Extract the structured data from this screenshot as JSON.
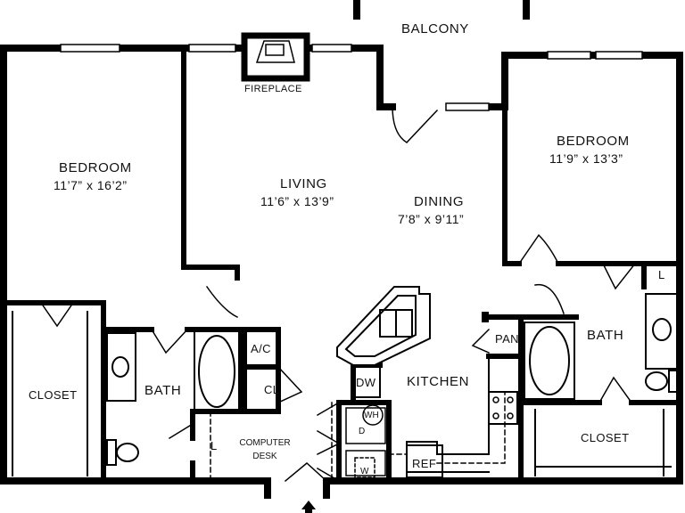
{
  "rooms": {
    "balcony": "BALCONY",
    "fireplace": "FIREPLACE",
    "bedroom_left": {
      "name": "BEDROOM",
      "size": "11’7” x 16’2”"
    },
    "living": {
      "name": "LIVING",
      "size": "11’6” x 13’9”"
    },
    "dining": {
      "name": "DINING",
      "size": "7’8” x 9’11”"
    },
    "bedroom_right": {
      "name": "BEDROOM",
      "size": "11’9” x 13’3”"
    },
    "closet_left": "CLOSET",
    "bath_left": "BATH",
    "ac": "A/C",
    "cl": "CL",
    "linen_left": "L",
    "computer_desk": "COMPUTER DESK",
    "dw": "DW",
    "wh": "WH",
    "dryer": "D",
    "washer": "W",
    "kitchen": "KITCHEN",
    "ref": "REF",
    "pan": "PAN",
    "bath_right": "BATH",
    "linen_right": "L",
    "closet_right": "CLOSET"
  },
  "colors": {
    "wall": "#000000",
    "fixture": "#111111",
    "background": "#ffffff"
  },
  "icons": [
    "entry-arrow-icon",
    "door-swing-icon",
    "window-icon",
    "sink-icon",
    "toilet-icon",
    "bathtub-icon",
    "stove-icon"
  ]
}
